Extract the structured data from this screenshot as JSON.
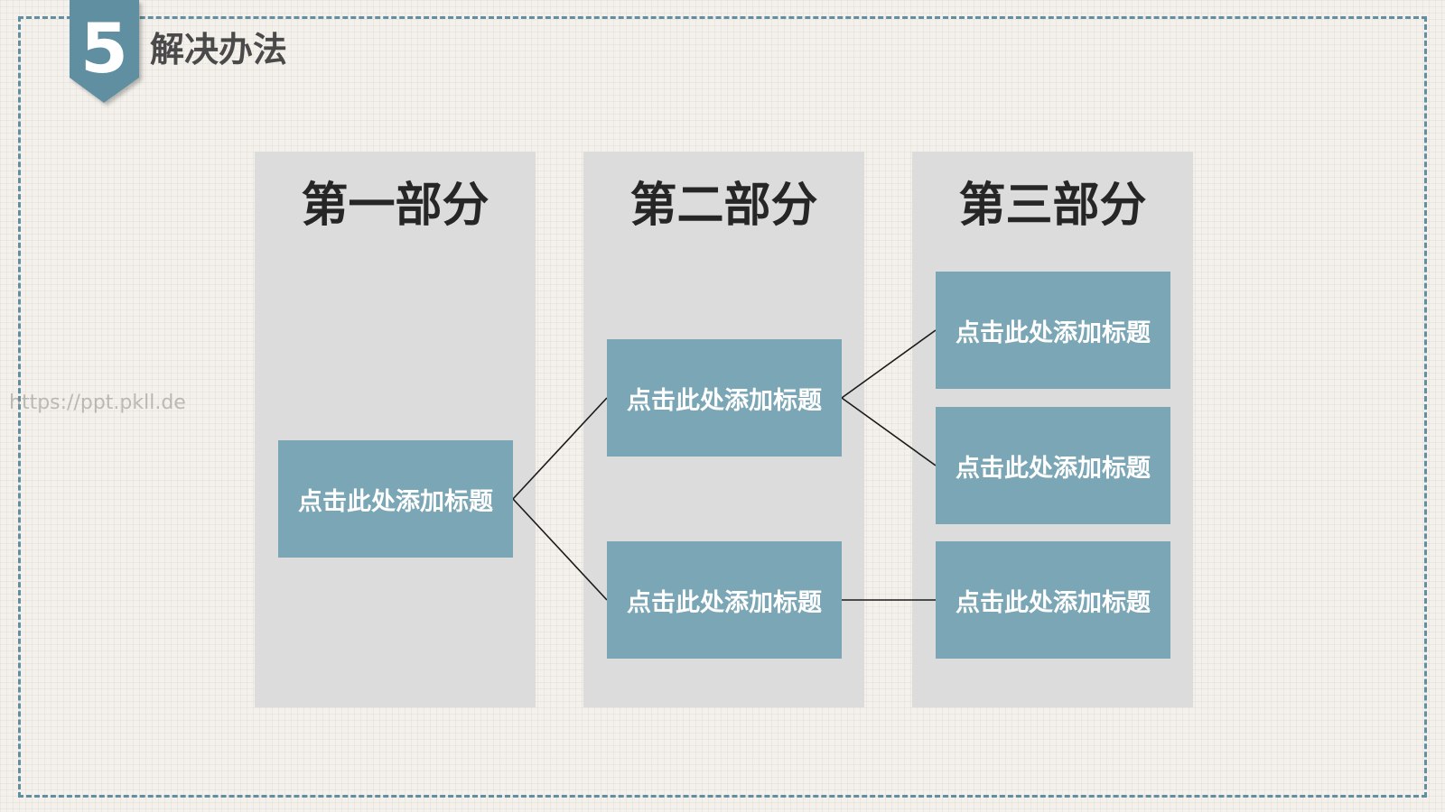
{
  "section": {
    "number": "5",
    "title": "解决办法"
  },
  "watermark": "https://ppt.pkll.de",
  "columns": [
    {
      "title": "第一部分",
      "boxes": [
        "点击此处添加标题"
      ]
    },
    {
      "title": "第二部分",
      "boxes": [
        "点击此处添加标题",
        "点击此处添加标题"
      ]
    },
    {
      "title": "第三部分",
      "boxes": [
        "点击此处添加标题",
        "点击此处添加标题",
        "点击此处添加标题"
      ]
    }
  ],
  "colors": {
    "accent": "#5f8fa0",
    "box": "#7aa6b5",
    "column": "#dcdcdc",
    "background": "#f4f1ec"
  }
}
